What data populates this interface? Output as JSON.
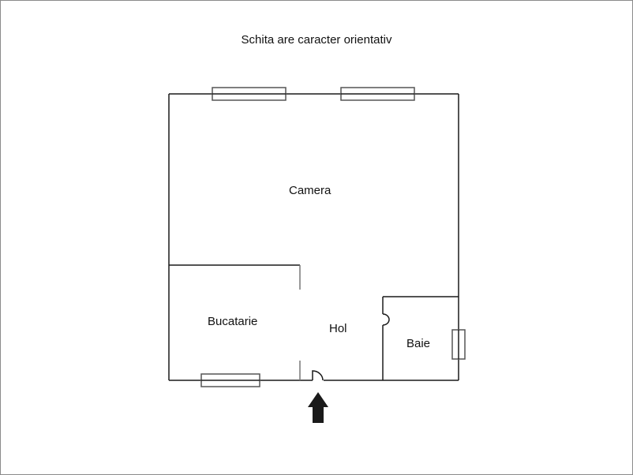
{
  "title": "Schita are caracter orientativ",
  "rooms": [
    {
      "name": "Camera"
    },
    {
      "name": "Bucatarie"
    },
    {
      "name": "Hol"
    },
    {
      "name": "Baie"
    }
  ],
  "colors": {
    "wall": "#1a1a1a",
    "window": "#555555",
    "arrow": "#1a1a1a",
    "frame": "#8a8a8a"
  }
}
